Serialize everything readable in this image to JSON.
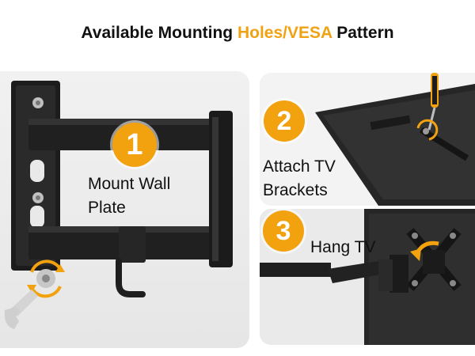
{
  "header": {
    "title_part1": "Available Mounting ",
    "title_highlight": "Holes/VESA",
    "title_part2": " Pattern"
  },
  "steps": [
    {
      "number": "1",
      "label_line1": "Mount Wall",
      "label_line2": "Plate"
    },
    {
      "number": "2",
      "label_line1": "Attach TV",
      "label_line2": "Brackets"
    },
    {
      "number": "3",
      "label_line1": "Hang TV"
    }
  ],
  "colors": {
    "accent": "#f2a10f",
    "text": "#111111",
    "metal": "#1f1f1f"
  }
}
